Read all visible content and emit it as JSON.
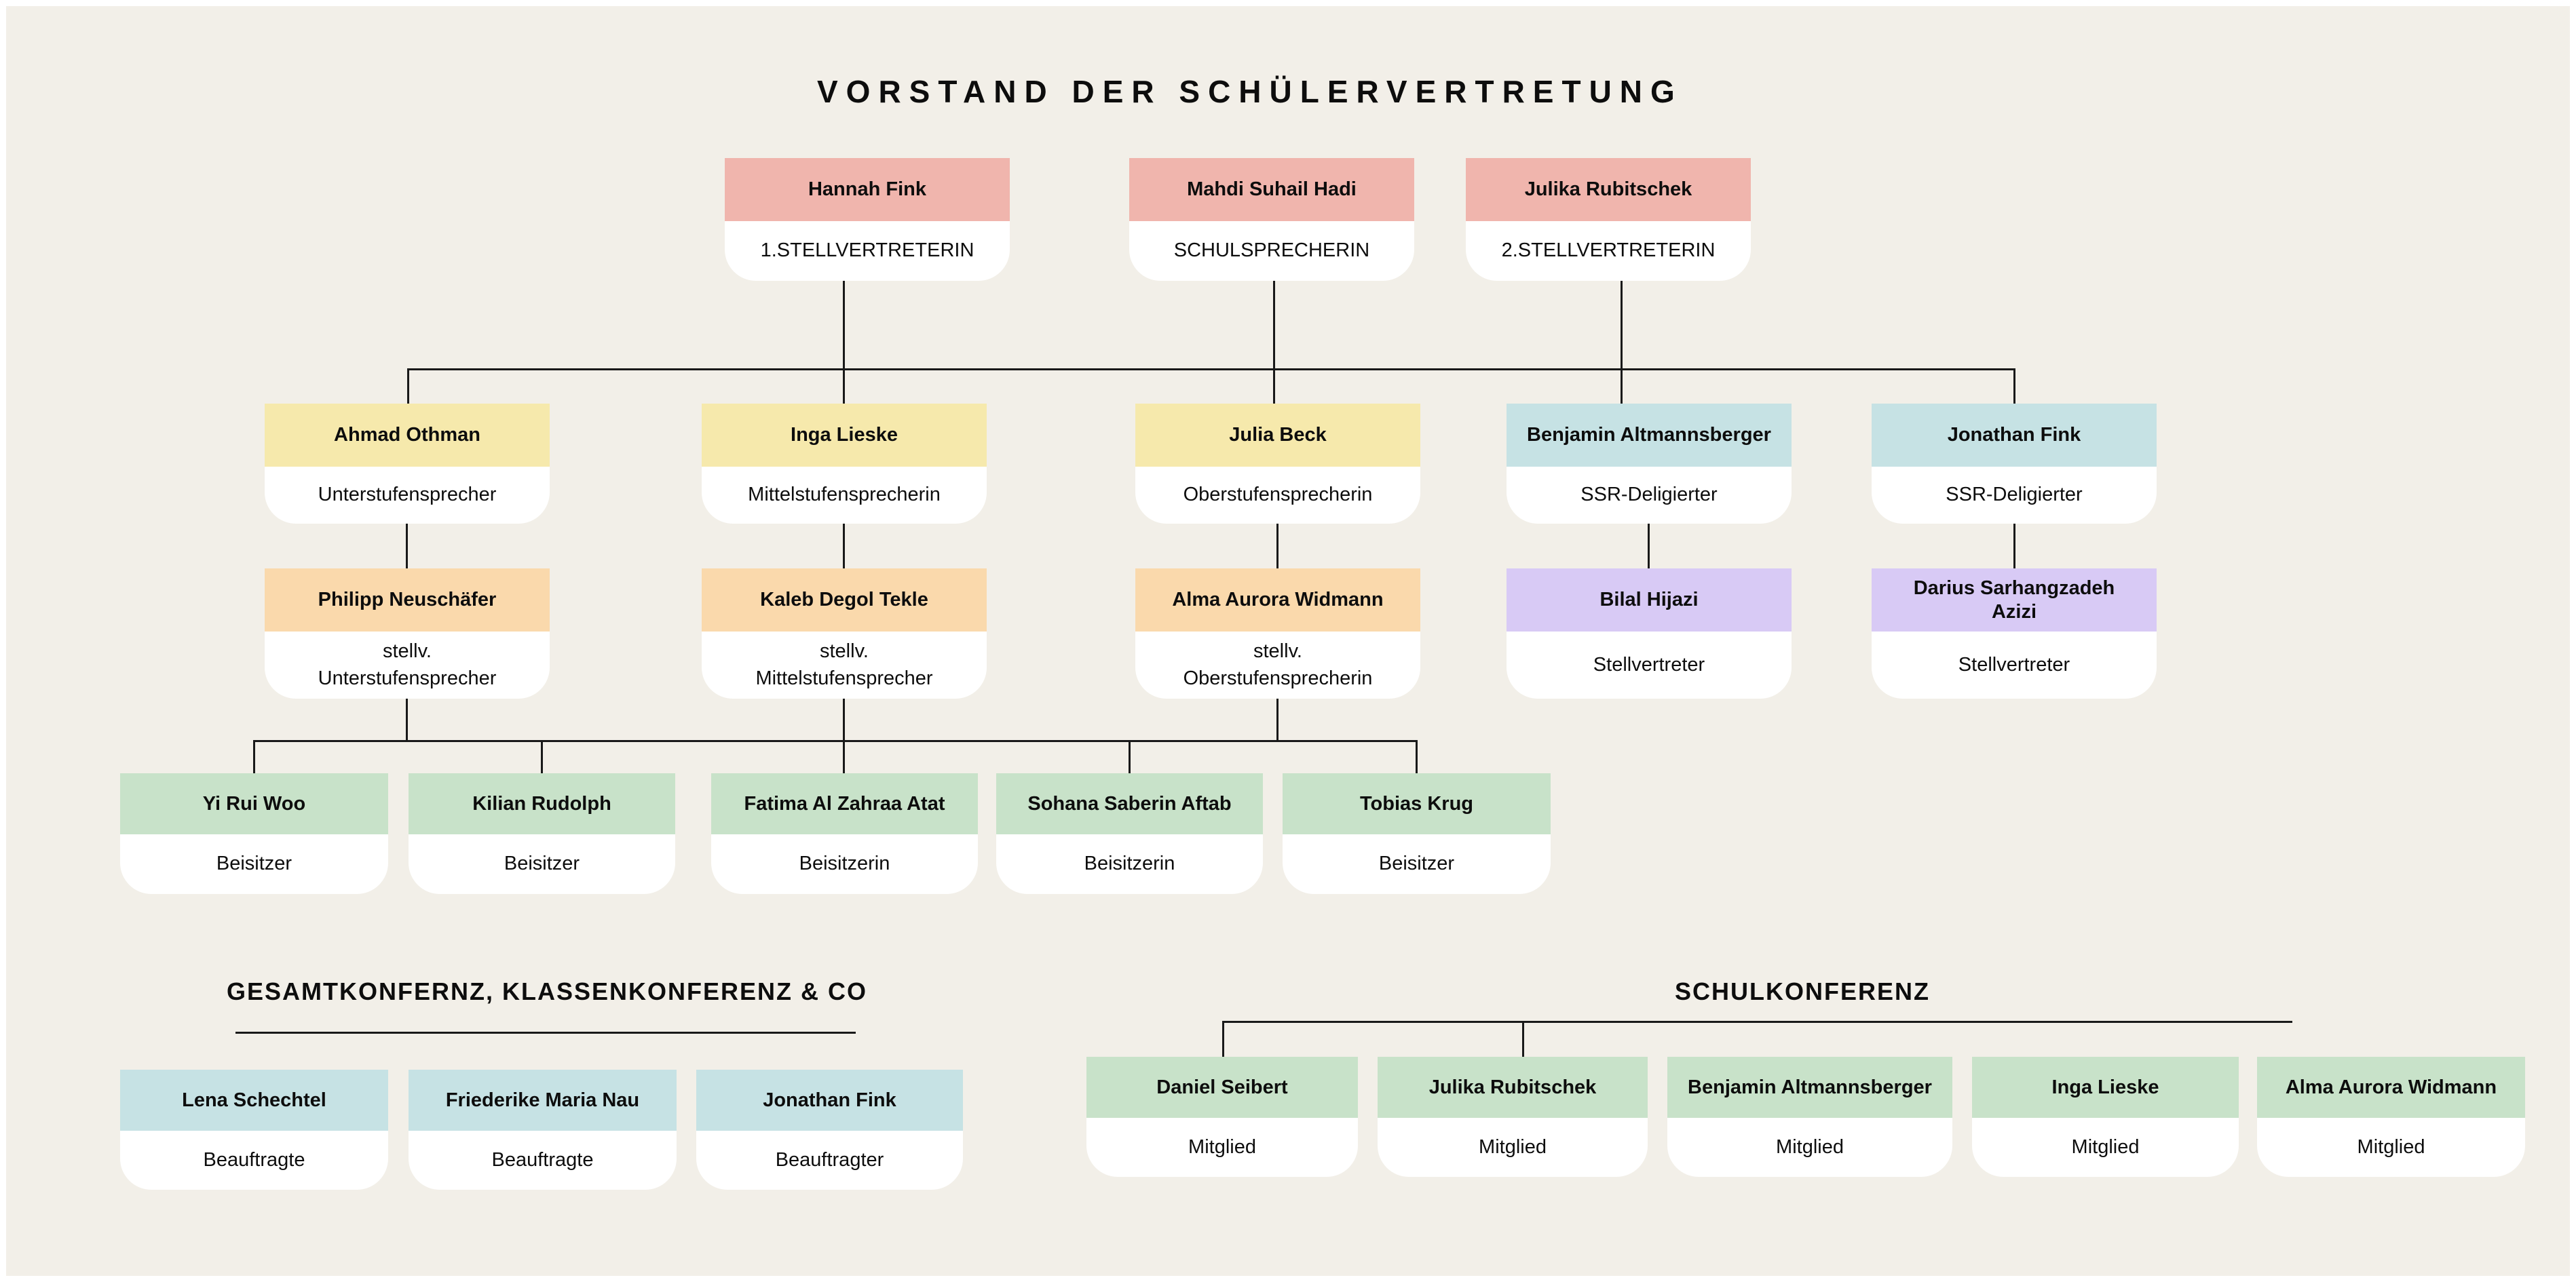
{
  "title": "VORSTAND DER SCHÜLERVERTRETUNG",
  "colors": {
    "background": "#f2efe8",
    "card_body": "#ffffff",
    "line": "#191919",
    "text": "#0d0d0d",
    "pink": "#f0b5ad",
    "yellow": "#f6e9ac",
    "teal": "#c6e2e4",
    "orange": "#fad9ac",
    "purple": "#d8caf5",
    "green": "#c8e2c9"
  },
  "board": {
    "row1": [
      {
        "name": "Hannah Fink",
        "role": "1.STELLVERTRETERIN",
        "color": "pink"
      },
      {
        "name": "Mahdi Suhail Hadi",
        "role": "SCHULSPRECHERIN",
        "color": "pink"
      },
      {
        "name": "Julika Rubitschek",
        "role": "2.STELLVERTRETERIN",
        "color": "pink"
      }
    ],
    "row2": [
      {
        "name": "Ahmad Othman",
        "role": "Unterstufensprecher",
        "color": "yellow"
      },
      {
        "name": "Inga Lieske",
        "role": "Mittelstufensprecherin",
        "color": "yellow"
      },
      {
        "name": "Julia Beck",
        "role": "Oberstufensprecherin",
        "color": "yellow"
      },
      {
        "name": "Benjamin Altmannsberger",
        "role": "SSR-Deligierter",
        "color": "teal"
      },
      {
        "name": "Jonathan Fink",
        "role": "SSR-Deligierter",
        "color": "teal"
      }
    ],
    "row3": [
      {
        "name": "Philipp Neuschäfer",
        "role": "stellv.\nUnterstufensprecher",
        "color": "orange"
      },
      {
        "name": "Kaleb Degol Tekle",
        "role": "stellv.\nMittelstufensprecher",
        "color": "orange"
      },
      {
        "name": "Alma Aurora Widmann",
        "role": "stellv.\nOberstufensprecherin",
        "color": "orange"
      },
      {
        "name": "Bilal Hijazi",
        "role": "Stellvertreter",
        "color": "purple"
      },
      {
        "name": "Darius Sarhangzadeh\nAzizi",
        "role": "Stellvertreter",
        "color": "purple"
      }
    ],
    "row4": [
      {
        "name": "Yi Rui Woo",
        "role": "Beisitzer",
        "color": "green"
      },
      {
        "name": "Kilian Rudolph",
        "role": "Beisitzer",
        "color": "green"
      },
      {
        "name": "Fatima Al Zahraa Atat",
        "role": "Beisitzerin",
        "color": "green"
      },
      {
        "name": "Sohana Saberin Aftab",
        "role": "Beisitzerin",
        "color": "green"
      },
      {
        "name": "Tobias Krug",
        "role": "Beisitzer",
        "color": "green"
      }
    ]
  },
  "left_section": {
    "heading": "GESAMTKONFERNZ, KLASSENKONFERENZ & CO",
    "cards": [
      {
        "name": "Lena Schechtel",
        "role": "Beauftragte",
        "color": "teal"
      },
      {
        "name": "Friederike Maria Nau",
        "role": "Beauftragte",
        "color": "teal"
      },
      {
        "name": "Jonathan Fink",
        "role": "Beauftragter",
        "color": "teal"
      }
    ]
  },
  "right_section": {
    "heading": "SCHULKONFERENZ",
    "cards": [
      {
        "name": "Daniel Seibert",
        "role": "Mitglied",
        "color": "green"
      },
      {
        "name": "Julika Rubitschek",
        "role": "Mitglied",
        "color": "green"
      },
      {
        "name": "Benjamin Altmannsberger",
        "role": "Mitglied",
        "color": "green"
      },
      {
        "name": "Inga Lieske",
        "role": "Mitglied",
        "color": "green"
      },
      {
        "name": "Alma Aurora Widmann",
        "role": "Mitglied",
        "color": "green"
      }
    ]
  }
}
